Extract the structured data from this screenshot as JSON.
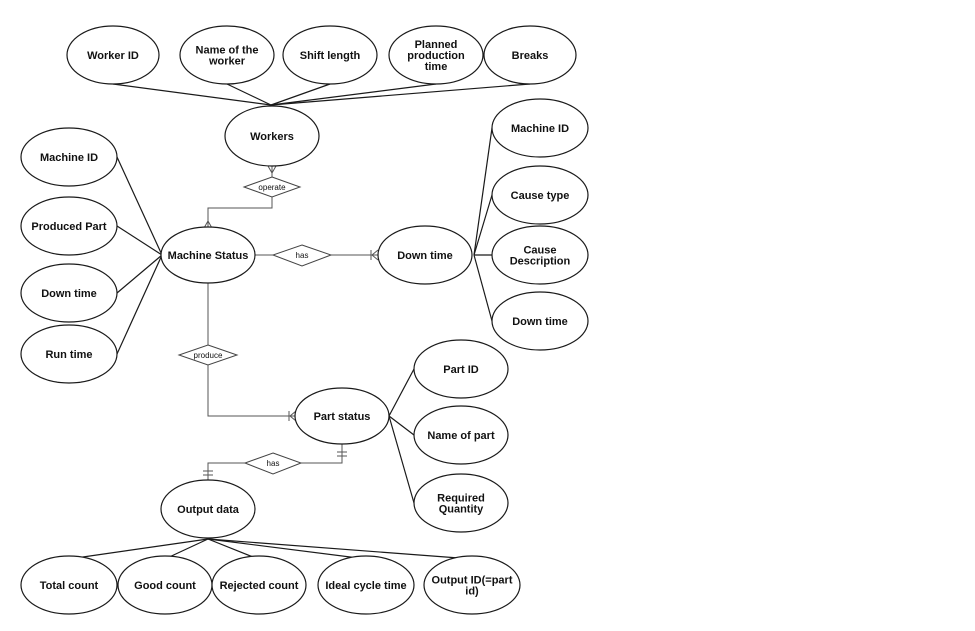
{
  "entities": {
    "workers": "Workers",
    "machine_status": "Machine Status",
    "down_time": "Down time",
    "part_status": "Part status",
    "output_data": "Output data"
  },
  "attributes": {
    "worker_id": "Worker ID",
    "name_of_worker": "Name of the worker",
    "shift_length": "Shift length",
    "planned_production_time": "Planned production time",
    "breaks": "Breaks",
    "ms_machine_id": "Machine ID",
    "produced_part": "Produced Part",
    "ms_down_time": "Down time",
    "run_time": "Run time",
    "dt_machine_id": "Machine ID",
    "cause_type": "Cause type",
    "cause_description": "Cause Description",
    "dt_down_time": "Down time",
    "part_id": "Part ID",
    "name_of_part": "Name of part",
    "required_quantity": "Required Quantity",
    "total_count": "Total count",
    "good_count": "Good count",
    "rejected_count": "Rejected count",
    "ideal_cycle_time": "Ideal cycle time",
    "output_id": "Output ID(=part id)"
  },
  "relationships": {
    "operate": "operate",
    "has_downtime": "has",
    "produce": "produce",
    "has_output": "has"
  }
}
